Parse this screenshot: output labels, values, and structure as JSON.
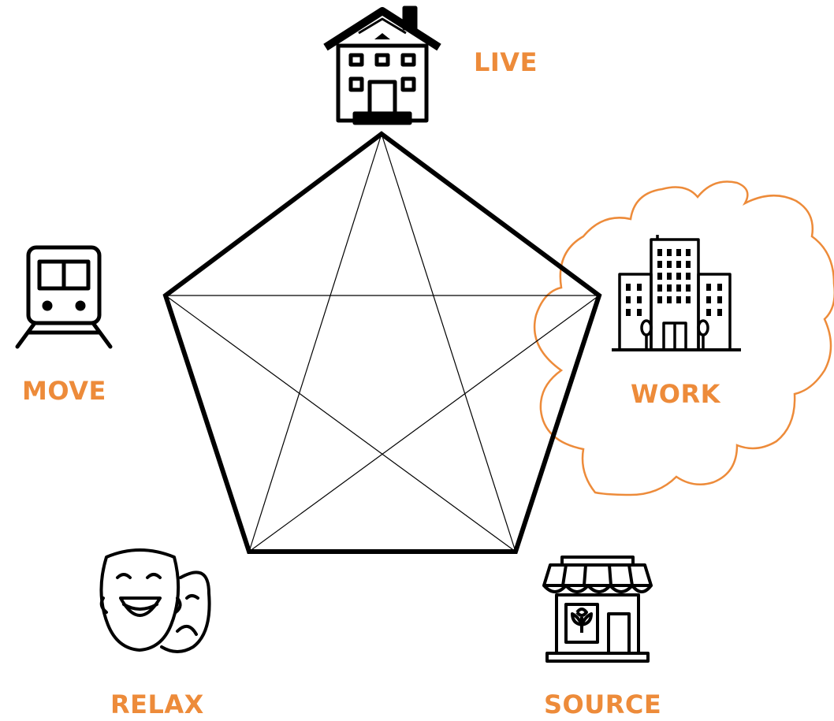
{
  "nodes": {
    "live": {
      "label": "LIVE",
      "icon": "house-icon"
    },
    "work": {
      "label": "WORK",
      "icon": "office-buildings-icon"
    },
    "source": {
      "label": "SOURCE",
      "icon": "flower-shop-icon"
    },
    "relax": {
      "label": "RELAX",
      "icon": "theater-masks-icon"
    },
    "move": {
      "label": "MOVE",
      "icon": "train-icon"
    }
  },
  "colors": {
    "accent": "#ED8B3A",
    "line": "#000000",
    "background": "#FFFFFF"
  },
  "highlight": {
    "node": "work",
    "shape": "cloud"
  }
}
